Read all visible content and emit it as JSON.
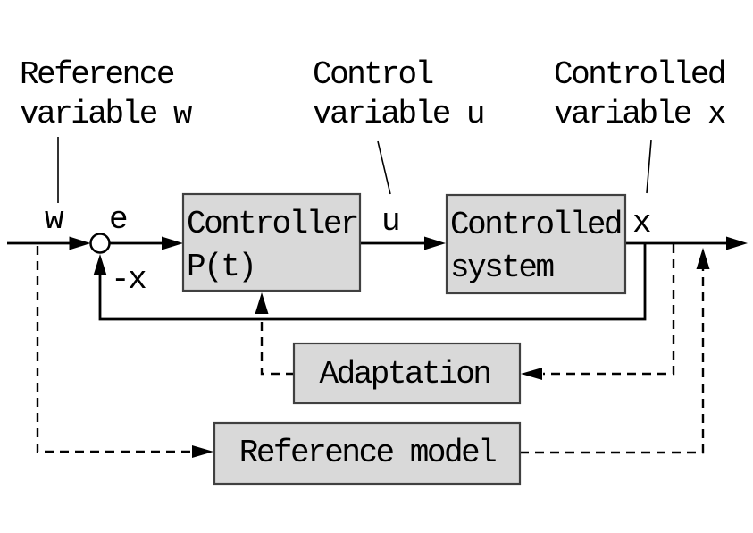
{
  "diagram": {
    "title_labels": {
      "reference_variable": {
        "line1": "Reference",
        "line2": "variable w"
      },
      "control_variable": {
        "line1": "Control",
        "line2": "variable u"
      },
      "controlled_variable": {
        "line1": "Controlled",
        "line2": "variable x"
      }
    },
    "blocks": {
      "controller": {
        "line1": "Controller",
        "line2": "P(t)"
      },
      "controlled_system": {
        "line1": "Controlled",
        "line2": "system"
      },
      "adaptation": {
        "label": "Adaptation"
      },
      "reference_model": {
        "label": "Reference model"
      }
    },
    "signals": {
      "w": "w",
      "e": "e",
      "minus_x": "-x",
      "u": "u",
      "x": "x"
    },
    "colors": {
      "background": "#ffffff",
      "block_fill": "#d9d9d9",
      "block_border": "#404040",
      "line": "#000000",
      "text": "#000000"
    }
  }
}
